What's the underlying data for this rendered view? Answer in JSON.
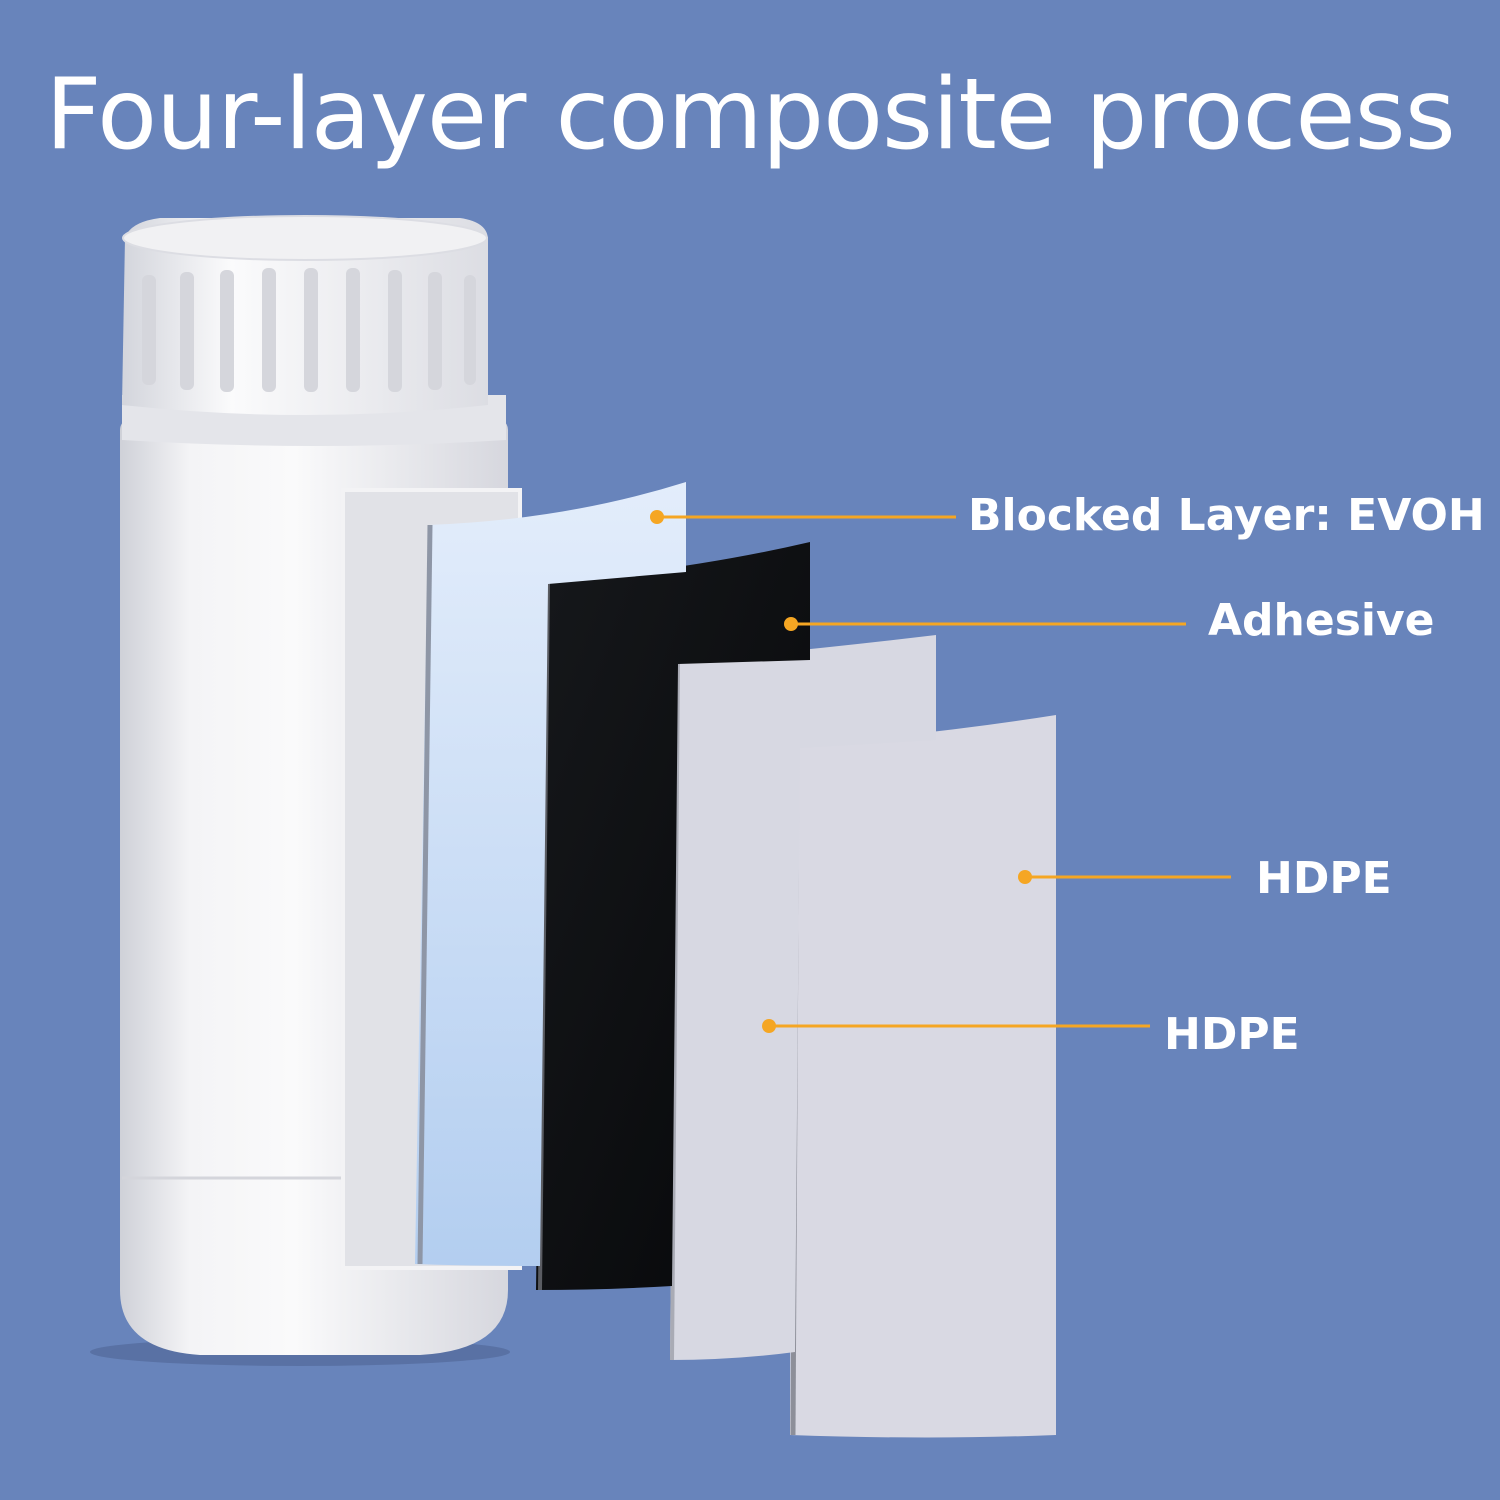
{
  "title": "Four-layer composite process",
  "layers": [
    {
      "label": "Blocked Layer: EVOH",
      "color": "#cfe0f6"
    },
    {
      "label": "Adhesive",
      "color": "#111214"
    },
    {
      "label": "HDPE",
      "color": "#d9d9e3"
    },
    {
      "label": "HDPE",
      "color": "#d9d9e3"
    }
  ],
  "colors": {
    "background": "#6884bb",
    "leader_line": "#f5a623",
    "bottle": "#ececef"
  }
}
